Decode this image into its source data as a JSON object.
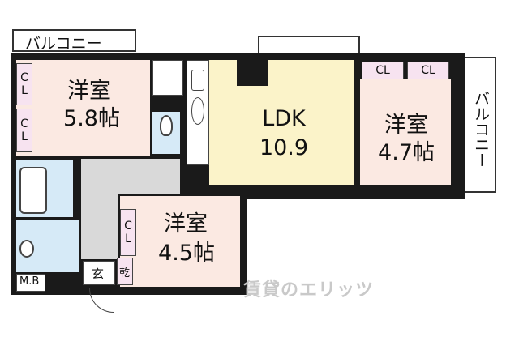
{
  "balconies": {
    "top_left": "バルコニー",
    "right": "バルコニー"
  },
  "rooms": {
    "west_bedroom": {
      "name": "洋室",
      "size": "5.8帖"
    },
    "ldk": {
      "name": "LDK",
      "size": "10.9"
    },
    "east_bedroom": {
      "name": "洋室",
      "size": "4.7帖"
    },
    "south_bedroom": {
      "name": "洋室",
      "size": "4.5帖"
    }
  },
  "closet_label": "CL",
  "entrance_label": "玄",
  "dryer_label": "乾",
  "meter_box_label": "M.B",
  "watermark": "賃貸のエリッツ",
  "colors": {
    "bedroom": "#fbe9e2",
    "ldk": "#fbf3c9",
    "wet_area": "#d6eaf7",
    "corridor": "#d9d9d9",
    "wall": "#1a1a1a"
  }
}
